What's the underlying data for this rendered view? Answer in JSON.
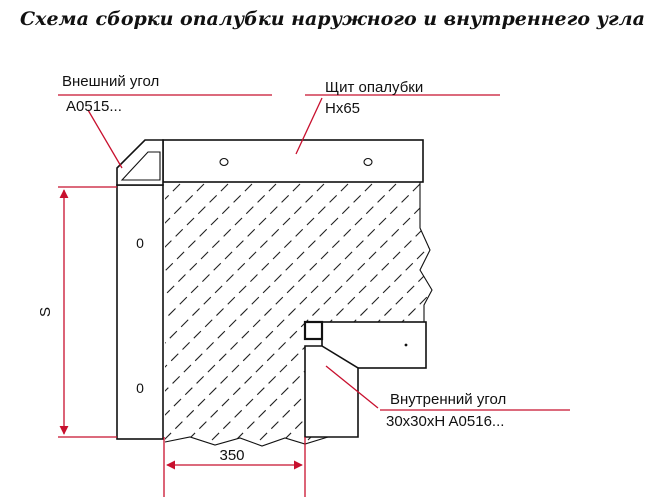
{
  "title": "Схема сборки опалубки наружного и внутреннего угла",
  "labels": {
    "outer_corner_name": "Внешний угол",
    "outer_corner_code": "A0515...",
    "panel_name": "Щит опалубки",
    "panel_code": "Hx65",
    "inner_corner_name": "Внутренний угол",
    "inner_corner_code": "30x30xH A0516..."
  },
  "dimensions": {
    "height_label": "S",
    "width_label": "350"
  },
  "marks": {
    "hole": "0"
  },
  "colors": {
    "dimension_lines": "#c8102e",
    "outline": "#111111",
    "title": "#111111"
  }
}
